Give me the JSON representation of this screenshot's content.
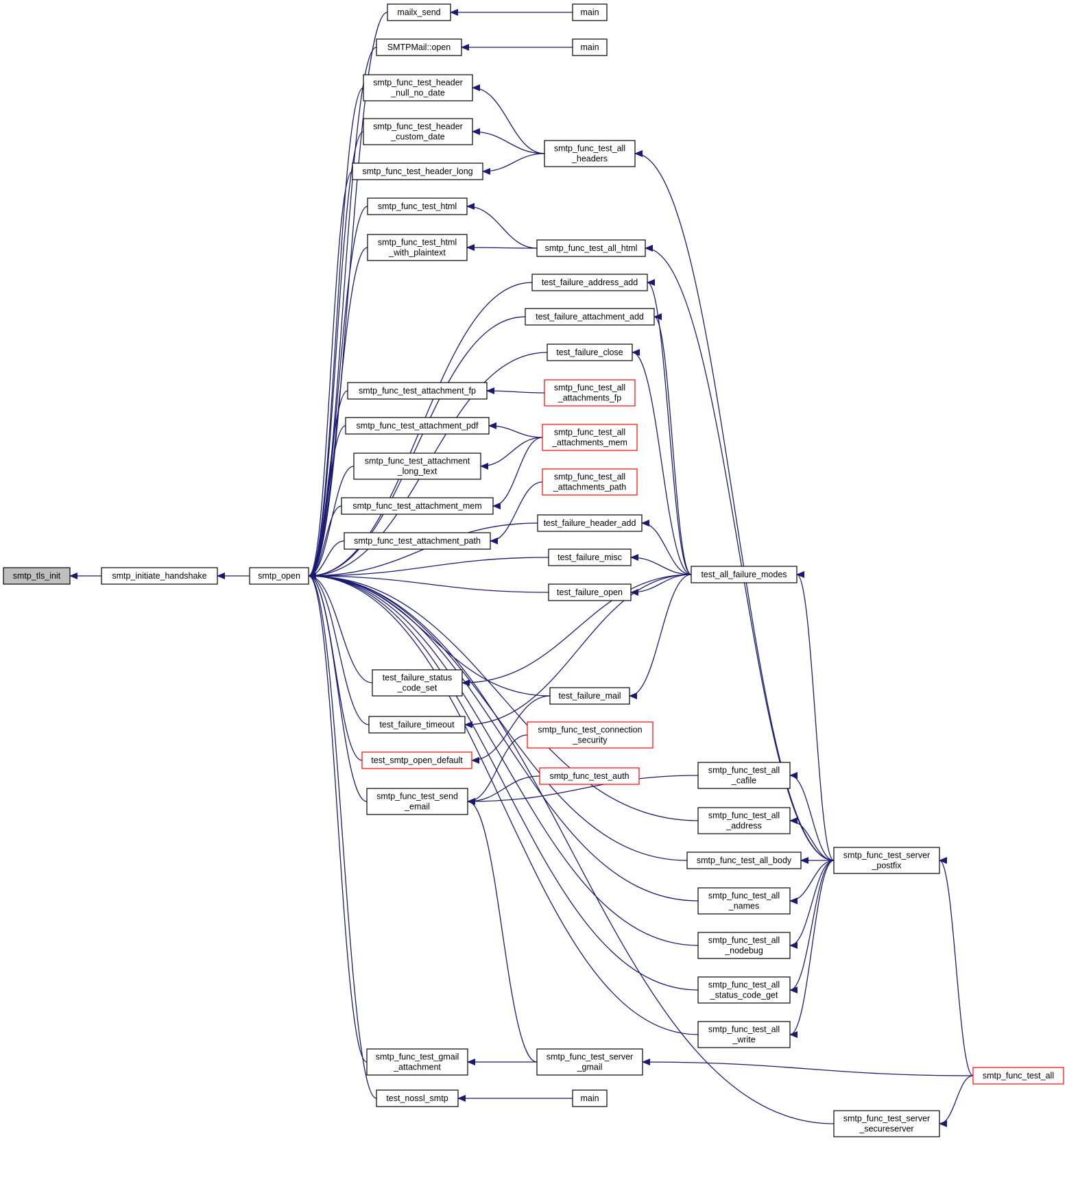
{
  "colors": {
    "edge": "#191970",
    "node_border": "#000000",
    "node_border_truncated": "#ff0000",
    "node_fill": "#ffffff",
    "root_fill": "#bfbfbf",
    "text": "#000000"
  },
  "nodes": [
    {
      "id": "smtp_tls_init",
      "lines": [
        "smtp_tls_init"
      ],
      "root": true
    },
    {
      "id": "smtp_initiate_handshake",
      "lines": [
        "smtp_initiate_handshake"
      ]
    },
    {
      "id": "smtp_open",
      "lines": [
        "smtp_open"
      ]
    },
    {
      "id": "mailx_send",
      "lines": [
        "mailx_send"
      ]
    },
    {
      "id": "SMTPMail_open",
      "lines": [
        "SMTPMail::open"
      ]
    },
    {
      "id": "header_null",
      "lines": [
        "smtp_func_test_header",
        "_null_no_date"
      ]
    },
    {
      "id": "header_custom",
      "lines": [
        "smtp_func_test_header",
        "_custom_date"
      ]
    },
    {
      "id": "header_long",
      "lines": [
        "smtp_func_test_header_long"
      ]
    },
    {
      "id": "html",
      "lines": [
        "smtp_func_test_html"
      ]
    },
    {
      "id": "html_plain",
      "lines": [
        "smtp_func_test_html",
        "_with_plaintext"
      ]
    },
    {
      "id": "att_fp",
      "lines": [
        "smtp_func_test_attachment_fp"
      ]
    },
    {
      "id": "att_pdf",
      "lines": [
        "smtp_func_test_attachment_pdf"
      ]
    },
    {
      "id": "att_long",
      "lines": [
        "smtp_func_test_attachment",
        "_long_text"
      ]
    },
    {
      "id": "att_mem",
      "lines": [
        "smtp_func_test_attachment_mem"
      ]
    },
    {
      "id": "att_path",
      "lines": [
        "smtp_func_test_attachment_path"
      ]
    },
    {
      "id": "tf_status",
      "lines": [
        "test_failure_status",
        "_code_set"
      ]
    },
    {
      "id": "tf_timeout",
      "lines": [
        "test_failure_timeout"
      ]
    },
    {
      "id": "open_default",
      "lines": [
        "test_smtp_open_default"
      ],
      "truncated": true
    },
    {
      "id": "send_email",
      "lines": [
        "smtp_func_test_send",
        "_email"
      ]
    },
    {
      "id": "gmail_att",
      "lines": [
        "smtp_func_test_gmail",
        "_attachment"
      ]
    },
    {
      "id": "nossl",
      "lines": [
        "test_nossl_smtp"
      ]
    },
    {
      "id": "main1",
      "lines": [
        "main"
      ]
    },
    {
      "id": "main2",
      "lines": [
        "main"
      ]
    },
    {
      "id": "all_headers",
      "lines": [
        "smtp_func_test_all",
        "_headers"
      ]
    },
    {
      "id": "all_html",
      "lines": [
        "smtp_func_test_all_html"
      ]
    },
    {
      "id": "tf_addr",
      "lines": [
        "test_failure_address_add"
      ]
    },
    {
      "id": "tf_att",
      "lines": [
        "test_failure_attachment_add"
      ]
    },
    {
      "id": "tf_close",
      "lines": [
        "test_failure_close"
      ]
    },
    {
      "id": "all_att_fp",
      "lines": [
        "smtp_func_test_all",
        "_attachments_fp"
      ],
      "truncated": true
    },
    {
      "id": "all_att_mem",
      "lines": [
        "smtp_func_test_all",
        "_attachments_mem"
      ],
      "truncated": true
    },
    {
      "id": "all_att_path",
      "lines": [
        "smtp_func_test_all",
        "_attachments_path"
      ],
      "truncated": true
    },
    {
      "id": "tf_header",
      "lines": [
        "test_failure_header_add"
      ]
    },
    {
      "id": "tf_misc",
      "lines": [
        "test_failure_misc"
      ]
    },
    {
      "id": "tf_open",
      "lines": [
        "test_failure_open"
      ]
    },
    {
      "id": "tf_mail",
      "lines": [
        "test_failure_mail"
      ]
    },
    {
      "id": "conn_sec",
      "lines": [
        "smtp_func_test_connection",
        "_security"
      ],
      "truncated": true
    },
    {
      "id": "auth",
      "lines": [
        "smtp_func_test_auth"
      ],
      "truncated": true
    },
    {
      "id": "server_gmail",
      "lines": [
        "smtp_func_test_server",
        "_gmail"
      ]
    },
    {
      "id": "main3",
      "lines": [
        "main"
      ]
    },
    {
      "id": "all_failure",
      "lines": [
        "test_all_failure_modes"
      ]
    },
    {
      "id": "all_cafile",
      "lines": [
        "smtp_func_test_all",
        "_cafile"
      ]
    },
    {
      "id": "all_address",
      "lines": [
        "smtp_func_test_all",
        "_address"
      ]
    },
    {
      "id": "all_body",
      "lines": [
        "smtp_func_test_all_body"
      ]
    },
    {
      "id": "all_names",
      "lines": [
        "smtp_func_test_all",
        "_names"
      ]
    },
    {
      "id": "all_nodebug",
      "lines": [
        "smtp_func_test_all",
        "_nodebug"
      ]
    },
    {
      "id": "all_status",
      "lines": [
        "smtp_func_test_all",
        "_status_code_get"
      ]
    },
    {
      "id": "all_write",
      "lines": [
        "smtp_func_test_all",
        "_write"
      ]
    },
    {
      "id": "server_postfix",
      "lines": [
        "smtp_func_test_server",
        "_postfix"
      ]
    },
    {
      "id": "server_secure",
      "lines": [
        "smtp_func_test_server",
        "_secureserver"
      ]
    },
    {
      "id": "test_all",
      "lines": [
        "smtp_func_test_all"
      ],
      "truncated": true
    }
  ],
  "edges": [
    [
      "smtp_initiate_handshake",
      "smtp_tls_init"
    ],
    [
      "smtp_open",
      "smtp_initiate_handshake"
    ],
    [
      "mailx_send",
      "smtp_open"
    ],
    [
      "SMTPMail_open",
      "smtp_open"
    ],
    [
      "header_null",
      "smtp_open"
    ],
    [
      "header_custom",
      "smtp_open"
    ],
    [
      "header_long",
      "smtp_open"
    ],
    [
      "html",
      "smtp_open"
    ],
    [
      "html_plain",
      "smtp_open"
    ],
    [
      "tf_addr",
      "smtp_open"
    ],
    [
      "tf_att",
      "smtp_open"
    ],
    [
      "tf_close",
      "smtp_open"
    ],
    [
      "att_fp",
      "smtp_open"
    ],
    [
      "att_pdf",
      "smtp_open"
    ],
    [
      "att_long",
      "smtp_open"
    ],
    [
      "att_mem",
      "smtp_open"
    ],
    [
      "att_path",
      "smtp_open"
    ],
    [
      "tf_header",
      "smtp_open"
    ],
    [
      "tf_misc",
      "smtp_open"
    ],
    [
      "tf_open",
      "smtp_open"
    ],
    [
      "tf_status",
      "smtp_open"
    ],
    [
      "tf_mail",
      "smtp_open"
    ],
    [
      "tf_timeout",
      "smtp_open"
    ],
    [
      "open_default",
      "smtp_open"
    ],
    [
      "send_email",
      "smtp_open"
    ],
    [
      "all_address",
      "smtp_open"
    ],
    [
      "all_body",
      "smtp_open"
    ],
    [
      "all_names",
      "smtp_open"
    ],
    [
      "all_nodebug",
      "smtp_open"
    ],
    [
      "all_status",
      "smtp_open"
    ],
    [
      "all_write",
      "smtp_open"
    ],
    [
      "gmail_att",
      "smtp_open"
    ],
    [
      "nossl",
      "smtp_open"
    ],
    [
      "server_secure",
      "smtp_open"
    ],
    [
      "main1",
      "mailx_send"
    ],
    [
      "main2",
      "SMTPMail_open"
    ],
    [
      "main3",
      "nossl"
    ],
    [
      "all_headers",
      "header_null"
    ],
    [
      "all_headers",
      "header_custom"
    ],
    [
      "all_headers",
      "header_long"
    ],
    [
      "all_html",
      "html"
    ],
    [
      "all_html",
      "html_plain"
    ],
    [
      "all_att_fp",
      "att_fp"
    ],
    [
      "all_att_mem",
      "att_pdf"
    ],
    [
      "all_att_mem",
      "att_long"
    ],
    [
      "all_att_mem",
      "att_mem"
    ],
    [
      "all_att_path",
      "att_path"
    ],
    [
      "all_failure",
      "tf_addr"
    ],
    [
      "all_failure",
      "tf_att"
    ],
    [
      "all_failure",
      "tf_close"
    ],
    [
      "all_failure",
      "tf_header"
    ],
    [
      "all_failure",
      "tf_misc"
    ],
    [
      "all_failure",
      "tf_open"
    ],
    [
      "all_failure",
      "tf_status"
    ],
    [
      "all_failure",
      "tf_mail"
    ],
    [
      "all_failure",
      "tf_timeout"
    ],
    [
      "tf_mail",
      "open_default"
    ],
    [
      "conn_sec",
      "send_email"
    ],
    [
      "auth",
      "send_email"
    ],
    [
      "all_cafile",
      "send_email"
    ],
    [
      "server_gmail",
      "send_email"
    ],
    [
      "server_gmail",
      "gmail_att"
    ],
    [
      "server_postfix",
      "all_headers"
    ],
    [
      "server_postfix",
      "all_html"
    ],
    [
      "server_postfix",
      "all_failure"
    ],
    [
      "server_postfix",
      "all_cafile"
    ],
    [
      "server_postfix",
      "all_address"
    ],
    [
      "server_postfix",
      "all_body"
    ],
    [
      "server_postfix",
      "all_names"
    ],
    [
      "server_postfix",
      "all_nodebug"
    ],
    [
      "server_postfix",
      "all_status"
    ],
    [
      "server_postfix",
      "all_write"
    ],
    [
      "test_all",
      "server_postfix"
    ],
    [
      "test_all",
      "server_gmail"
    ],
    [
      "test_all",
      "server_secure"
    ]
  ]
}
